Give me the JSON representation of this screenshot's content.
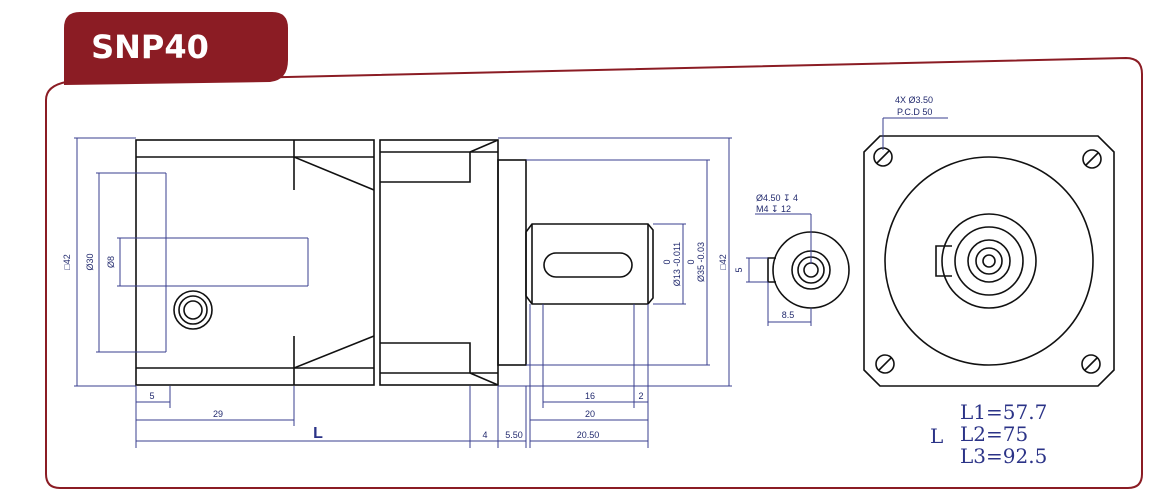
{
  "model": "SNP40",
  "colors": {
    "brand": "#8b1c24",
    "dimension": "#3a3f8f",
    "outline": "#111111"
  },
  "side_view": {
    "square_flange": "□42",
    "pilot_diameter": "Ø30",
    "input_bore": "Ø8",
    "dim_5": "5",
    "dim_29": "29",
    "length_label": "L",
    "dim_4": "4",
    "dim_5_50": "5.50",
    "dim_16": "16",
    "dim_2": "2",
    "dim_20": "20",
    "dim_20_50": "20.50",
    "shaft_diameter": "Ø13 -0.011",
    "shaft_tol_zero": "0",
    "spigot_diameter": "Ø35 -0.03",
    "spigot_tol_zero": "0",
    "output_square": "□42"
  },
  "shaft_end_view": {
    "center_hole": "Ø4.50 ↧ 4",
    "thread": "M4 ↧ 12",
    "key_height": "5",
    "key_depth": "8.5"
  },
  "front_view": {
    "mounting_holes": "4X Ø3.50",
    "pcd": "P.C.D 50"
  },
  "lengths": {
    "label": "L",
    "l1": "L1=57.7",
    "l2": "L2=75",
    "l3": "L3=92.5"
  }
}
